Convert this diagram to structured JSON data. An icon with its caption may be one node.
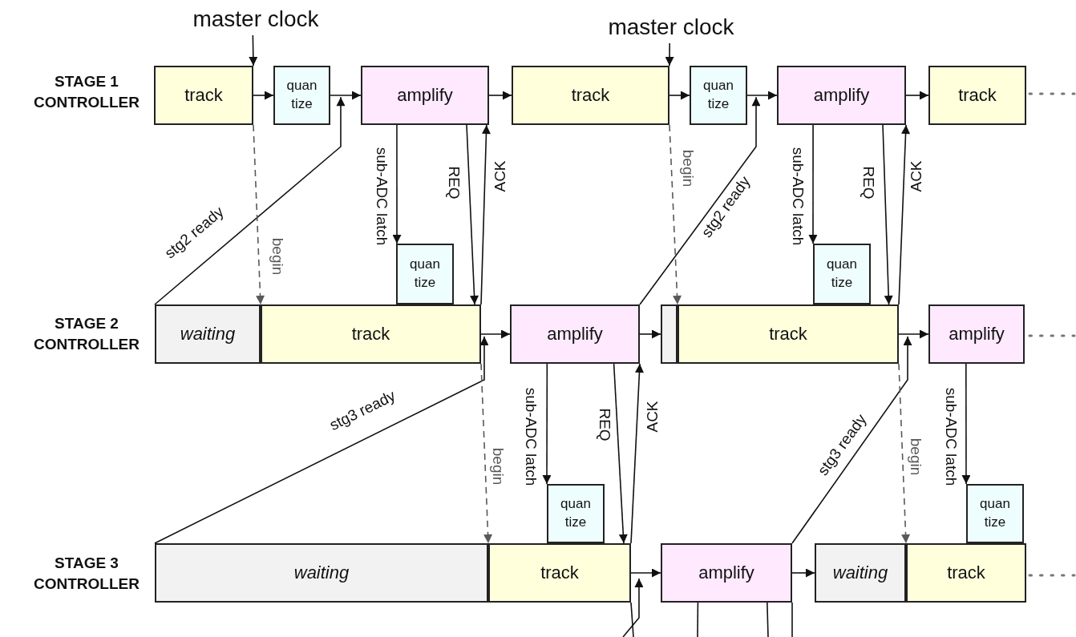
{
  "diagram": {
    "nodes": [
      {
        "text": [
          "master clock"
        ]
      },
      {
        "text": [
          "master clock"
        ]
      },
      {
        "text": [
          "track"
        ]
      },
      {
        "text": [
          "quan tize"
        ]
      },
      {
        "text": [
          "amplify"
        ]
      },
      {
        "text": [
          "track"
        ]
      },
      {
        "text": [
          "quan tize"
        ]
      },
      {
        "text": [
          "amplify"
        ]
      },
      {
        "text": [
          "track"
        ]
      },
      {
        "text": [
          "quan tize"
        ]
      },
      {
        "text": [
          "quan tize"
        ]
      },
      {
        "text": [
          "waiting"
        ]
      },
      {
        "text": [
          "track"
        ]
      },
      {
        "text": [
          "amplify"
        ]
      },
      {
        "text": [],
        "shape": "box"
      },
      {
        "text": [
          "track"
        ]
      },
      {
        "text": [
          "amplify"
        ]
      },
      {
        "text": [
          "quan tize"
        ]
      },
      {
        "text": [
          "quan tize"
        ]
      },
      {
        "text": [
          "waiting"
        ]
      },
      {
        "text": [
          "track"
        ]
      },
      {
        "text": [
          "amplify"
        ]
      },
      {
        "text": [
          "waiting"
        ]
      },
      {
        "text": [
          "track"
        ]
      }
    ],
    "edges": [
      {
        "from": 0,
        "to": 2,
        "arrow": "to"
      },
      {
        "from": 1,
        "to": 5,
        "arrow": "to"
      },
      {
        "from": 2,
        "to": 3,
        "arrow": "to"
      },
      {
        "from": 3,
        "to": 4,
        "arrow": "to"
      },
      {
        "from": 4,
        "to": 5,
        "arrow": "to"
      },
      {
        "from": 5,
        "to": 6,
        "arrow": "to"
      },
      {
        "from": 6,
        "to": 7,
        "arrow": "to"
      },
      {
        "from": 7,
        "to": 8,
        "arrow": "to"
      },
      {
        "from": 11,
        "to": 3,
        "arrow": "to",
        "label": "stg2 ready"
      },
      {
        "from": 2,
        "to": 12,
        "arrow": "to",
        "label": "begin",
        "style": "dashed",
        "color": "#595959"
      },
      {
        "from": 4,
        "to": 9,
        "arrow": "to",
        "label": "sub-ADC latch"
      },
      {
        "from": 4,
        "to": 12,
        "arrow": "to",
        "label": "REQ"
      },
      {
        "from": 12,
        "to": 4,
        "arrow": "to",
        "label": "ACK"
      },
      {
        "from": 12,
        "to": 13,
        "arrow": "to"
      },
      {
        "from": 19,
        "to": 12,
        "arrow": "to",
        "label": "stg3 ready"
      },
      {
        "from": 12,
        "to": 20,
        "arrow": "to",
        "label": "begin",
        "style": "dashed",
        "color": "#595959"
      },
      {
        "from": 13,
        "to": 17,
        "arrow": "to",
        "label": "sub-ADC latch"
      },
      {
        "from": 13,
        "to": 20,
        "arrow": "to",
        "label": "REQ"
      },
      {
        "from": 20,
        "to": 13,
        "arrow": "to",
        "label": "ACK"
      },
      {
        "from": 13,
        "to": 14,
        "arrow": "to"
      },
      {
        "from": 13,
        "to": 6,
        "arrow": "to",
        "label": "stg2 ready"
      },
      {
        "from": 5,
        "to": 15,
        "arrow": "to",
        "label": "begin",
        "style": "dashed",
        "color": "#595959"
      },
      {
        "from": 7,
        "to": 10,
        "arrow": "to",
        "label": "sub-ADC latch"
      },
      {
        "from": 7,
        "to": 15,
        "arrow": "to",
        "label": "REQ"
      },
      {
        "from": 15,
        "to": 7,
        "arrow": "to",
        "label": "ACK"
      },
      {
        "from": 15,
        "to": 16,
        "arrow": "to"
      },
      {
        "from": 21,
        "to": 15,
        "arrow": "to",
        "label": "stg3 ready"
      },
      {
        "from": 15,
        "to": 23,
        "arrow": "to",
        "label": "begin",
        "style": "dashed",
        "color": "#595959"
      },
      {
        "from": 16,
        "to": 18,
        "arrow": "to",
        "label": "sub-ADC latch"
      },
      {
        "from": 20,
        "to": 21,
        "arrow": "to"
      },
      {
        "from": 21,
        "to": 22,
        "arrow": "to"
      },
      {
        "from": null,
        "to": 20,
        "arrow": "to"
      },
      {
        "from": 20,
        "to": null,
        "arrow": "none"
      },
      {
        "from": 21,
        "to": null,
        "arrow": "none"
      },
      {
        "from": 21,
        "to": null,
        "arrow": "none"
      },
      {
        "from": 21,
        "to": null,
        "arrow": "none"
      }
    ],
    "labels": [
      "STAGE 1 CONTROLLER",
      "STAGE 2 CONTROLLER",
      "STAGE 3 CONTROLLER"
    ]
  }
}
